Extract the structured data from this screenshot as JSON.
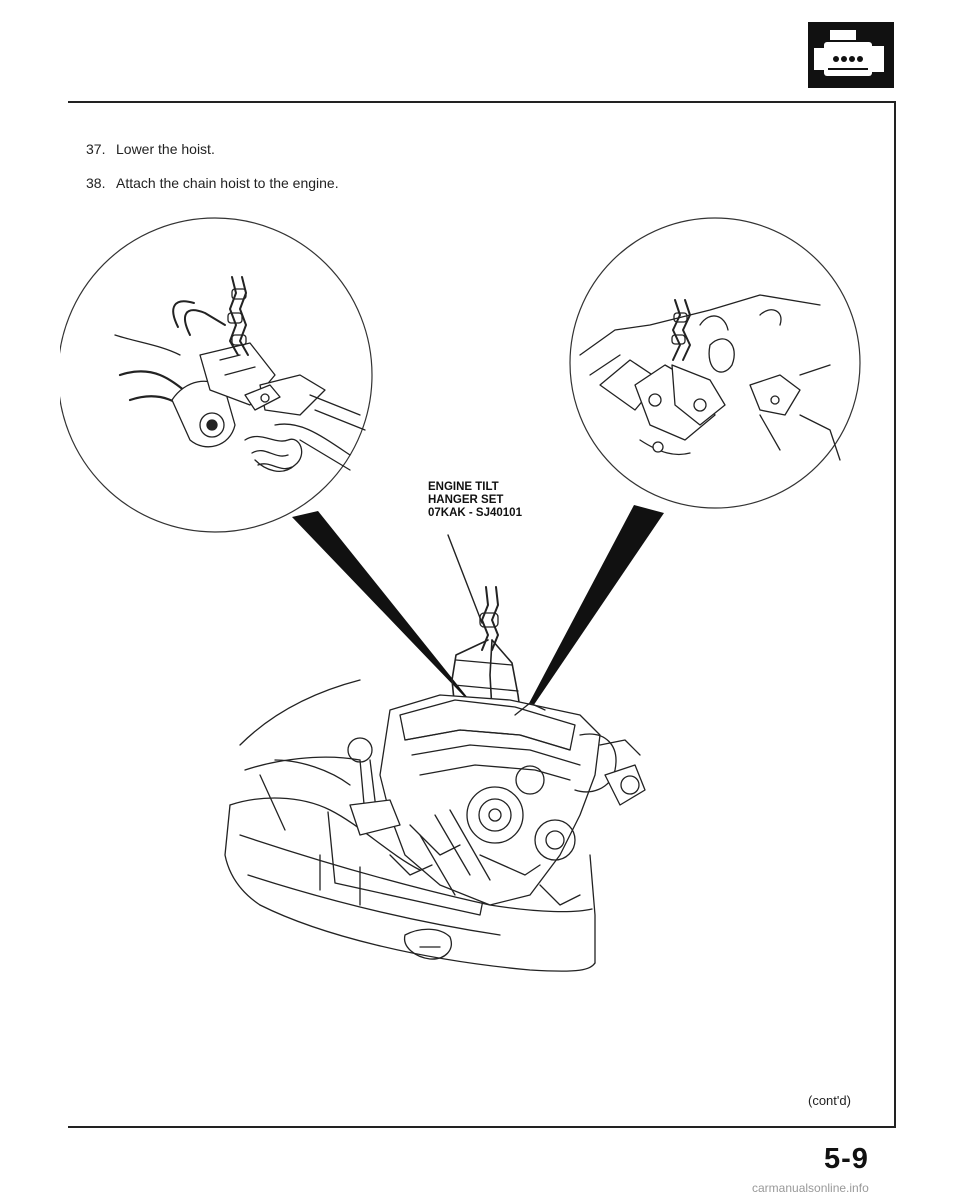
{
  "steps": [
    {
      "number": "37.",
      "text": "Lower the hoist."
    },
    {
      "number": "38.",
      "text": "Attach the chain hoist to the engine."
    }
  ],
  "figure": {
    "callout": {
      "line1": "ENGINE TILT",
      "line2": "HANGER SET",
      "line3": "07KAK - SJ40101"
    }
  },
  "footer": {
    "continued": "(cont'd)",
    "page_number": "5-9",
    "watermark": "carmanualsonline.info"
  },
  "section_icon": "engine-section-icon"
}
